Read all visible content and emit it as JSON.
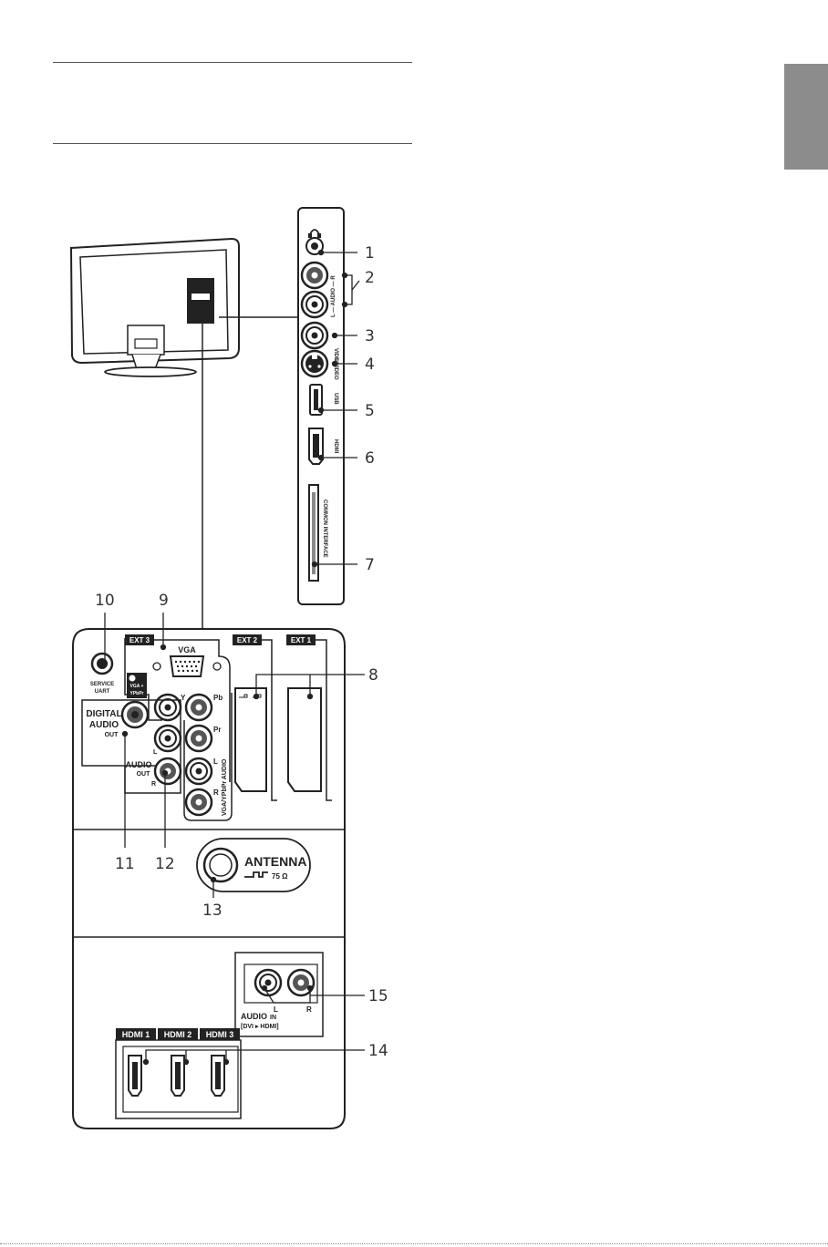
{
  "callouts": {
    "c1": "1",
    "c2": "2",
    "c3": "3",
    "c4": "4",
    "c5": "5",
    "c6": "6",
    "c7": "7",
    "c8": "8",
    "c9": "9",
    "c10": "10",
    "c11": "11",
    "c12": "12",
    "c13": "13",
    "c14": "14",
    "c15": "15"
  },
  "side_panel": {
    "audio": "L — AUDIO — R",
    "video": "VIDEO",
    "svideo": "S-VIDEO",
    "usb": "USB",
    "hdmi": "HDMI",
    "ci": "COMMON INTERFACE"
  },
  "rear_panel": {
    "ext3": "EXT 3",
    "vga": "VGA",
    "service_uart_1": "SERVICE",
    "service_uart_2": "UART",
    "vga_ypbpr_badge_1": "VGA +",
    "vga_ypbpr_badge_2": "YPbPr",
    "y": "Y",
    "pb": "Pb",
    "pr": "Pr",
    "l": "L",
    "r": "R",
    "vga_ypbpr_audio": "VGA/YPbPr AUDIO",
    "digital_audio_1": "DIGITAL",
    "digital_audio_2": "AUDIO",
    "digital_audio_out": "OUT",
    "audio_out_1": "AUDIO",
    "audio_out_2": "OUT",
    "audio_out_l": "L",
    "audio_out_r": "R",
    "ext2": "EXT 2",
    "ext1": "EXT 1",
    "antenna": "ANTENNA",
    "antenna_ohm": "75 Ω",
    "audio_in_1": "AUDIO",
    "audio_in_2": "IN",
    "audio_in_3": "[DVI ▸ HDMI]",
    "audio_in_l": "L",
    "audio_in_r": "R",
    "hdmi1": "HDMI 1",
    "hdmi2": "HDMI 2",
    "hdmi3": "HDMI 3"
  },
  "colors": {
    "tab": "#8c8c8c",
    "ink": "#222222"
  }
}
